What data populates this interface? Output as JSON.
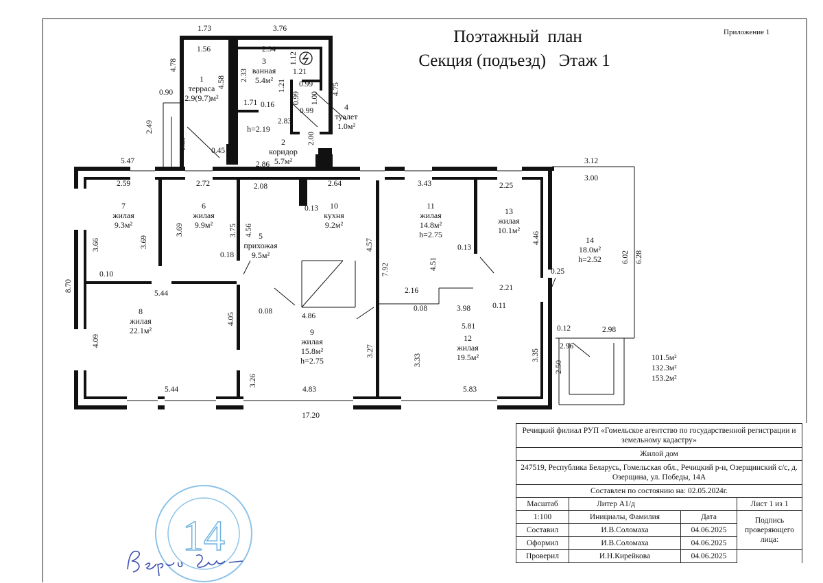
{
  "header": {
    "appendix": "Приложение 1",
    "title_line1": "Поэтажный  план",
    "title_line2": "Секция (подъезд)   Этаж 1"
  },
  "rooms": [
    {
      "num": "1",
      "name": "терраса",
      "area": "2.9(9.7)м²",
      "height": ""
    },
    {
      "num": "2",
      "name": "коридор",
      "area": "5.7м²",
      "height": "h=2.19"
    },
    {
      "num": "3",
      "name": "ванная",
      "area": "5.4м²",
      "height": ""
    },
    {
      "num": "4",
      "name": "туалет",
      "area": "1.0м²",
      "height": ""
    },
    {
      "num": "5",
      "name": "прихожая",
      "area": "9.5м²",
      "height": ""
    },
    {
      "num": "6",
      "name": "жилая",
      "area": "9.9м²",
      "height": ""
    },
    {
      "num": "7",
      "name": "жилая",
      "area": "9.3м²",
      "height": ""
    },
    {
      "num": "8",
      "name": "жилая",
      "area": "22.1м²",
      "height": ""
    },
    {
      "num": "9",
      "name": "жилая",
      "area": "15.8м²",
      "height": "h=2.75"
    },
    {
      "num": "10",
      "name": "кухня",
      "area": "9.2м²",
      "height": ""
    },
    {
      "num": "11",
      "name": "жилая",
      "area": "14.8м²",
      "height": "h=2.75"
    },
    {
      "num": "12",
      "name": "жилая",
      "area": "19.5м²",
      "height": ""
    },
    {
      "num": "13",
      "name": "жилая",
      "area": "10.1м²",
      "height": ""
    },
    {
      "num": "14",
      "name": "",
      "area": "18.0м²",
      "height": "h=2.52"
    }
  ],
  "dimensions": [
    "1.73",
    "3.76",
    "4.78",
    "1.56",
    "2.94",
    "1.12",
    "2.33",
    "4.58",
    "1.21",
    "1.21",
    "0.99",
    "0.99",
    "1.00",
    "0.99",
    "4.75",
    "0.90",
    "1.71",
    "0.16",
    "2.83",
    "2.49",
    "1.69",
    "2.00",
    "0.45",
    "2.86",
    "5.47",
    "3.12",
    "3.00",
    "2.59",
    "2.72",
    "2.08",
    "2.64",
    "3.43",
    "2.25",
    "0.13",
    "3.69",
    "3.69",
    "3.75",
    "4.56",
    "3.66",
    "4.57",
    "7.92",
    "4.51",
    "4.46",
    "0.13",
    "0.18",
    "6.02",
    "6.28",
    "0.10",
    "0.25",
    "5.44",
    "2.16",
    "2.21",
    "0.08",
    "4.86",
    "0.08",
    "3.98",
    "0.11",
    "4.05",
    "5.81",
    "0.12",
    "2.98",
    "4.09",
    "2.96",
    "3.27",
    "3.33",
    "3.35",
    "2.50",
    "3.26",
    "5.44",
    "4.83",
    "5.83",
    "17.20",
    "8.70"
  ],
  "totals": [
    "101.5м²",
    "132.3м²",
    "153.2м²"
  ],
  "title_block": {
    "org": "Речицкий филиал РУП «Гомельское агентство по государственной регистрации и земельному кадастру»",
    "object": "Жилой дом",
    "address": "247519, Республика Беларусь, Гомельская обл., Речицкий р-н, Озерщинский с/с, д. Озерщина, ул. Победы, 14А",
    "state_date": "Составлен по состоянию на: 02.05.2024г.",
    "scale_label": "Масштаб",
    "liter": "Литер А1/д",
    "sheet": "Лист 1 из 1",
    "scale": "1:100",
    "name_header": "Инициалы, Фамилия",
    "date_header": "Дата",
    "signature_label": "Подпись проверяющего лица:",
    "rows": [
      {
        "role": "Составил",
        "name": "И.В.Соломаха",
        "date": "04.06.2025"
      },
      {
        "role": "Оформил",
        "name": "И.В.Соломаха",
        "date": "04.06.2025"
      },
      {
        "role": "Проверил",
        "name": "И.Н.Кирейкова",
        "date": "04.06.2025"
      }
    ]
  },
  "stamp": {
    "number": "14",
    "handwriting": "Верно"
  },
  "colors": {
    "ink": "#111111",
    "stamp": "#6fb3e0",
    "pen": "#3d4fb0"
  }
}
